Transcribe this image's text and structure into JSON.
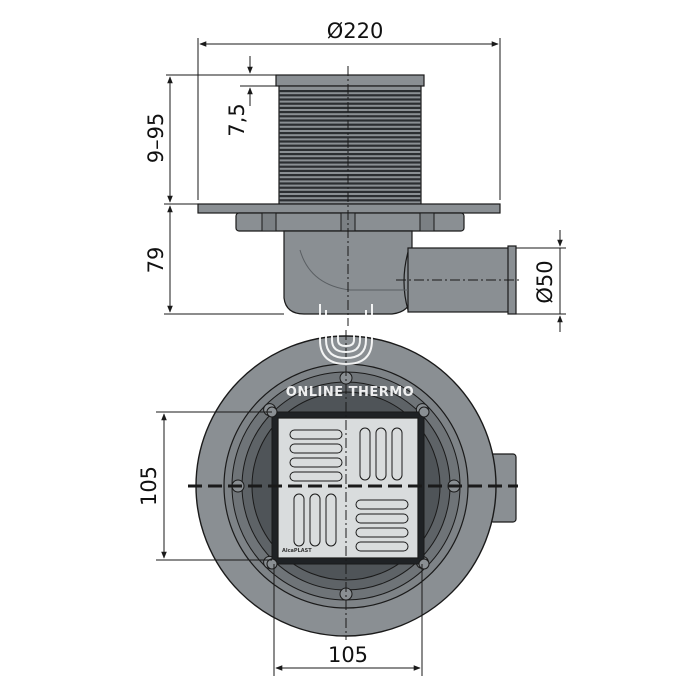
{
  "drawing": {
    "dimensions": {
      "body_diameter": "Ø220",
      "flange_height": "7,5",
      "adjust_range": "9–95",
      "body_height": "79",
      "outlet_diameter": "Ø50",
      "grate_height": "105",
      "grate_width": "105"
    },
    "watermark": "ONLINE THERMO",
    "grate_brand": "AlcaPLAST"
  },
  "colors": {
    "body": "#8a8f93",
    "body_dark": "#2b2e31",
    "grate": "#d9dcdd",
    "line": "#1a1a1a"
  }
}
